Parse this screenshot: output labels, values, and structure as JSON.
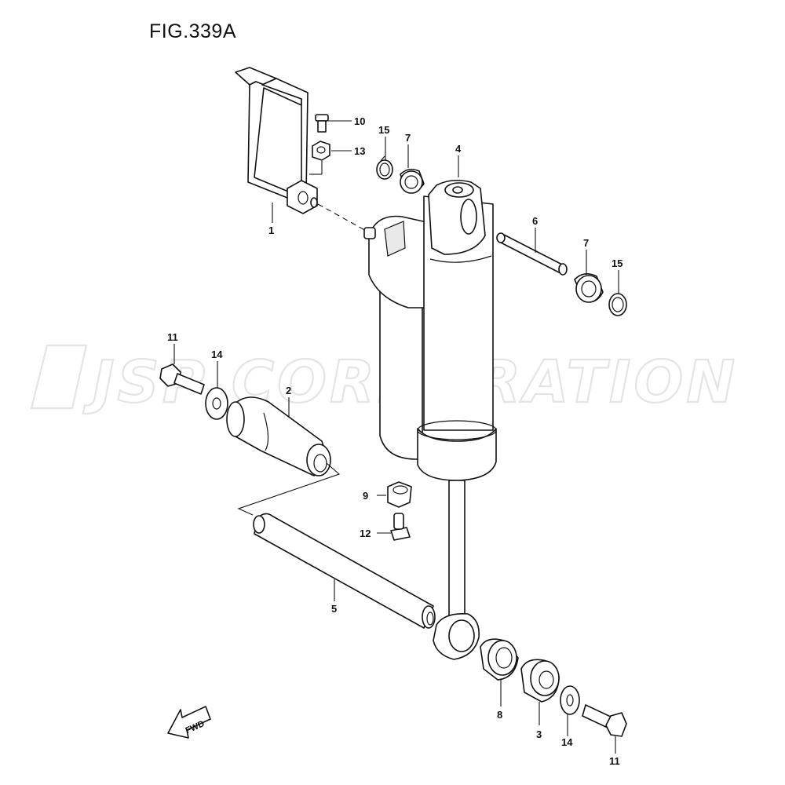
{
  "figure": {
    "title": "FIG.339A"
  },
  "watermark": {
    "text": "JSP CORPORATION"
  },
  "fwd_arrow": {
    "label": "FWD"
  },
  "callouts": {
    "c1": "1",
    "c2": "2",
    "c3": "3",
    "c4": "4",
    "c5": "5",
    "c6": "6",
    "c7a": "7",
    "c7b": "7",
    "c8": "8",
    "c9": "9",
    "c10": "10",
    "c11a": "11",
    "c11b": "11",
    "c12": "12",
    "c13": "13",
    "c14a": "14",
    "c14b": "14",
    "c15a": "15",
    "c15b": "15"
  },
  "colors": {
    "line": "#111111",
    "watermark": "#e4e4e4",
    "background": "#ffffff"
  }
}
